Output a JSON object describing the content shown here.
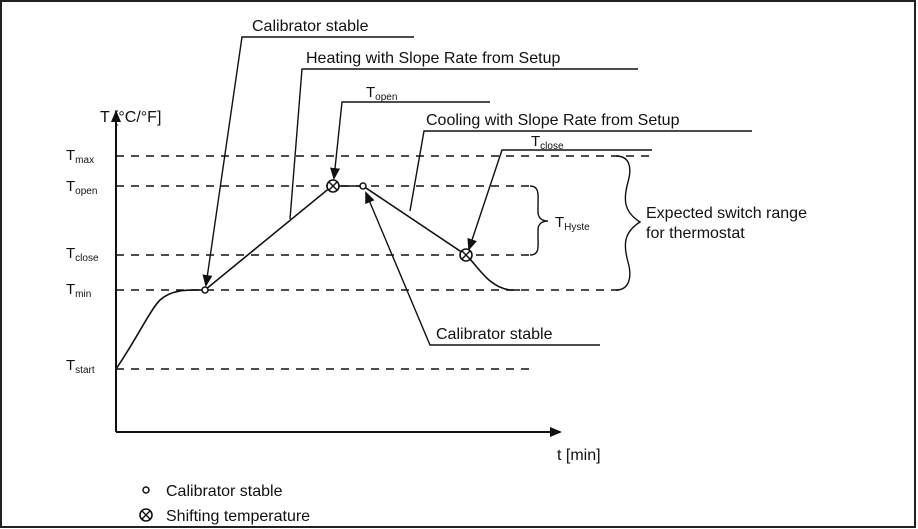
{
  "axes": {
    "y_label": "T [°C/°F]",
    "x_label": "t [min]"
  },
  "levels": {
    "tmax": {
      "main": "T",
      "sub": "max"
    },
    "topen": {
      "main": "T",
      "sub": "open"
    },
    "tclose": {
      "main": "T",
      "sub": "close"
    },
    "tmin": {
      "main": "T",
      "sub": "min"
    },
    "tstart": {
      "main": "T",
      "sub": "start"
    }
  },
  "callouts": {
    "calibrator_stable_top": "Calibrator stable",
    "heating": "Heating with Slope Rate from Setup",
    "topen": {
      "main": "T",
      "sub": "open"
    },
    "cooling": "Cooling with Slope Rate from Setup",
    "tclose": {
      "main": "T",
      "sub": "close"
    },
    "thyste": {
      "main": "T",
      "sub": "Hyste"
    },
    "expected_line1": "Expected switch range",
    "expected_line2": "for thermostat",
    "calibrator_stable_bottom": "Calibrator stable"
  },
  "legend": {
    "calibrator_stable": "Calibrator stable",
    "shifting_temperature": "Shifting temperature"
  },
  "icons": {
    "calibrator_stable": "small-circle-icon",
    "shifting_temperature": "circled-x-icon"
  }
}
